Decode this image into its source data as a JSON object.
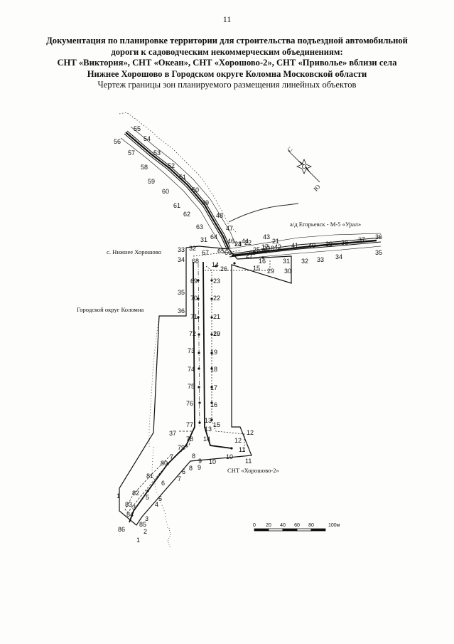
{
  "page": {
    "number": "11",
    "title_lines": [
      "Документация по планировке территории для строительства подъездной автомобильной",
      "дороги к садоводческим некоммерческим объединениям:",
      "СНТ «Виктория», СНТ «Океан», СНТ «Хорошово-2», СНТ «Приволье» вблизи села",
      "Нижнее Хорошово в Городском округе Коломна Московской области"
    ],
    "subtitle": "Чертеж границы зон планируемого размещения линейных объектов"
  },
  "map": {
    "labels": {
      "road": "а/д Егорьевск - М-5 «Урал»",
      "village": "с. Нижнее Хорошово",
      "district": "Городской округ Коломна",
      "snt": "СНТ «Хорошово-2»"
    },
    "compass_letters": [
      "С",
      "Ю"
    ],
    "scale": {
      "ticks": [
        "0",
        "20",
        "40",
        "60",
        "80",
        "100м"
      ],
      "meters_total": 100
    },
    "colors": {
      "ink": "#111111",
      "paper": "#fdfdfb"
    },
    "point_numbers": [
      "1",
      "2",
      "3",
      "4",
      "5",
      "6",
      "7",
      "8",
      "9",
      "10",
      "11",
      "12",
      "13",
      "14",
      "15",
      "16",
      "17",
      "18",
      "19",
      "20",
      "21",
      "22",
      "23",
      "24",
      "25",
      "26",
      "27",
      "28",
      "29",
      "30",
      "31",
      "32",
      "33",
      "34",
      "35",
      "36",
      "37",
      "38",
      "39",
      "40",
      "41",
      "42",
      "43",
      "44",
      "45",
      "46",
      "47",
      "48",
      "49",
      "50",
      "51",
      "52",
      "53",
      "54",
      "55",
      "56",
      "57",
      "58",
      "59",
      "60",
      "61",
      "62",
      "63",
      "64",
      "65",
      "66",
      "67",
      "68",
      "69",
      "70",
      "71",
      "72",
      "73",
      "74",
      "75",
      "76",
      "77",
      "78",
      "79",
      "80",
      "81",
      "82",
      "83",
      "84",
      "85",
      "86"
    ]
  }
}
